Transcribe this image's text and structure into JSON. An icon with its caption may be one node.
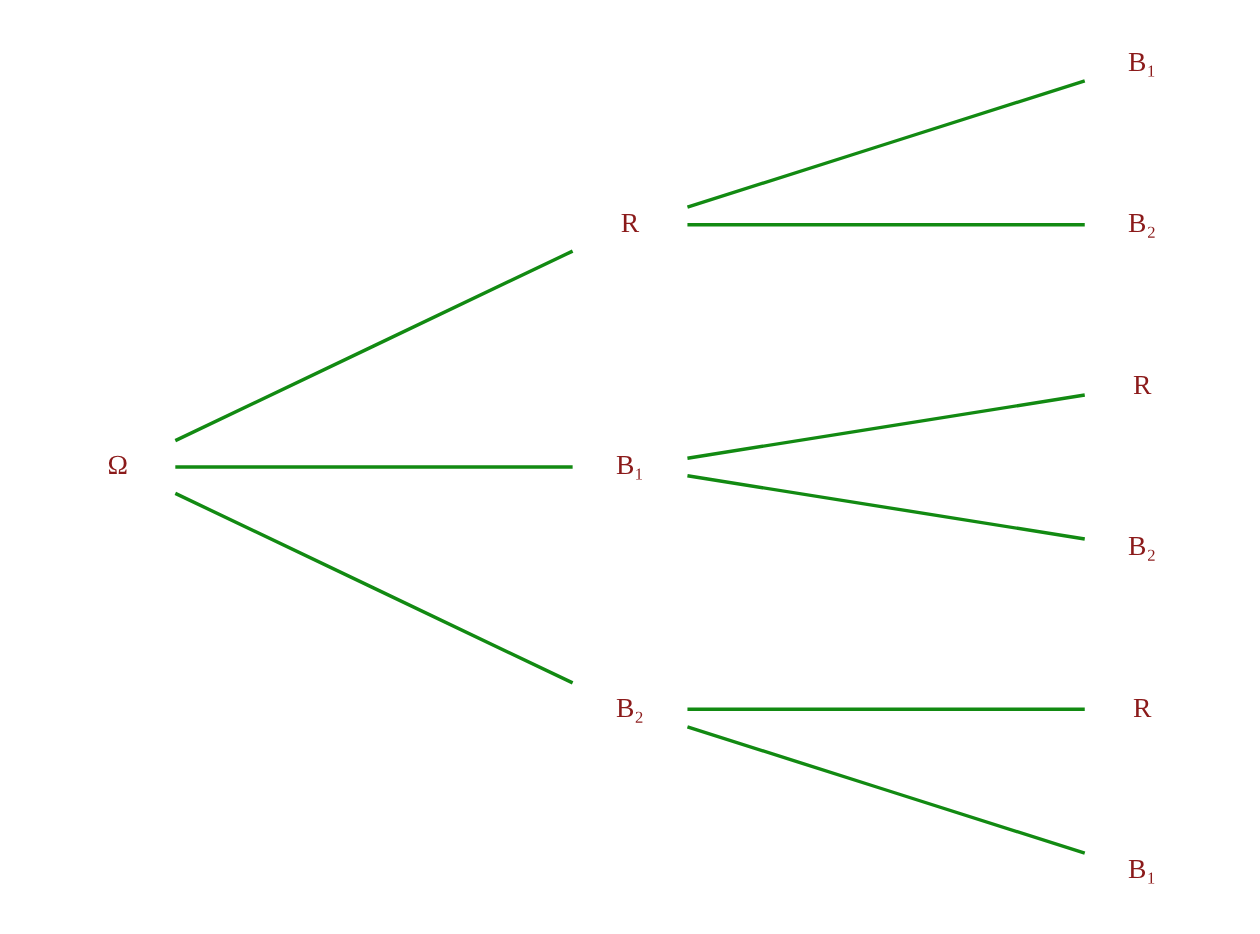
{
  "diagram": {
    "nodes": [
      {
        "text": [
          "Ω"
        ]
      },
      {
        "text": [
          "R"
        ]
      },
      {
        "text": [
          "B₁"
        ]
      },
      {
        "text": [
          "B₂"
        ]
      },
      {
        "text": [
          "B₁"
        ]
      },
      {
        "text": [
          "B₂"
        ]
      },
      {
        "text": [
          "R"
        ]
      },
      {
        "text": [
          "B₂"
        ]
      },
      {
        "text": [
          "R"
        ]
      },
      {
        "text": [
          "B₁"
        ]
      }
    ],
    "edges": [
      {
        "from": 0,
        "to": 1,
        "arrow": "none"
      },
      {
        "from": 0,
        "to": 2,
        "arrow": "none"
      },
      {
        "from": 0,
        "to": 3,
        "arrow": "none"
      },
      {
        "from": 1,
        "to": 4,
        "arrow": "none"
      },
      {
        "from": 1,
        "to": 5,
        "arrow": "none"
      },
      {
        "from": 2,
        "to": 6,
        "arrow": "none"
      },
      {
        "from": 2,
        "to": 7,
        "arrow": "none"
      },
      {
        "from": 3,
        "to": 8,
        "arrow": "none"
      },
      {
        "from": 3,
        "to": 9,
        "arrow": "none"
      }
    ]
  }
}
